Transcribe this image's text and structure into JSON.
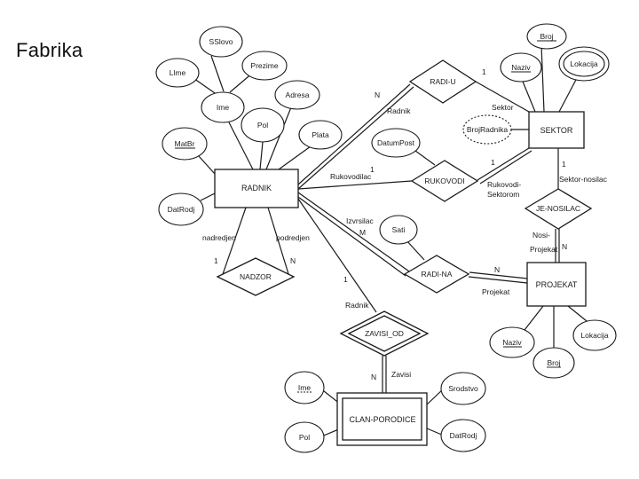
{
  "slide": {
    "title": "Fabrika"
  },
  "entities": {
    "sektor": "SEKTOR",
    "radnik": "RADNIK",
    "projekat": "PROJEKAT",
    "clan_porodice": "CLAN-PORODICE"
  },
  "relationships": {
    "radi_u": "RADI-U",
    "rukovodi": "RUKOVODI",
    "je_nosilac": "JE-NOSILAC",
    "nadzor": "NADZOR",
    "radi_na": "RADI-NA",
    "zavisi_od": "ZAVISI_OD"
  },
  "attributes": {
    "sslovo": "SSlovo",
    "lime": "Llme",
    "prezime": "Prezime",
    "ime": "Ime",
    "adresa": "Adresa",
    "pol": "Pol",
    "plata": "Plata",
    "matbr": "MatBr",
    "datrodj": "DatRodj",
    "datumpost": "DatumPost",
    "sati": "Sati",
    "broj_sektor": "Broj",
    "naziv_sektor": "Naziv",
    "lokacija_sektor": "Lokacija",
    "brojradnika": "BrojRadnika",
    "naziv_projekat": "Naziv",
    "broj_projekat": "Broj",
    "lokacija_projekat": "Lokacija",
    "ime_clan": "Ime",
    "pol_clan": "Pol",
    "srodstvo": "Srodstvo",
    "datrodj_clan": "DatRodj"
  },
  "labels": {
    "n_radi_u": "N",
    "radnik_radi_u": "Radnik",
    "one_radi_u": "1",
    "sektor_radi_u": "Sektor",
    "rukovodilac": "Rukovodilac",
    "one_rukovodi": "1",
    "one_rukovodi_sektor": "1",
    "rukovodi_sektorom_1": "Rukovodi-",
    "rukovodi_sektorom_2": "Sektorom",
    "one_sektor_nosilac": "1",
    "sektor_nosilac": "Sektor-nosilac",
    "nosi_projekat_1": "Nosi-",
    "nosi_projekat_2": "Projekat",
    "n_nosilac": "N",
    "izvrsilac": "Izvrsilac",
    "m_radi_na": "M",
    "n_radi_na": "N",
    "projekat_role": "Projekat",
    "nadredjen": "nadredjen",
    "podredjen": "podredjen",
    "one_nadzor": "1",
    "n_nadzor": "N",
    "one_zavisi": "1",
    "radnik_zavisi": "Radnik",
    "n_zavisi": "N",
    "zavisi": "Zavisi"
  },
  "colors": {
    "line": "#1a1a1a",
    "background": "#ffffff"
  }
}
